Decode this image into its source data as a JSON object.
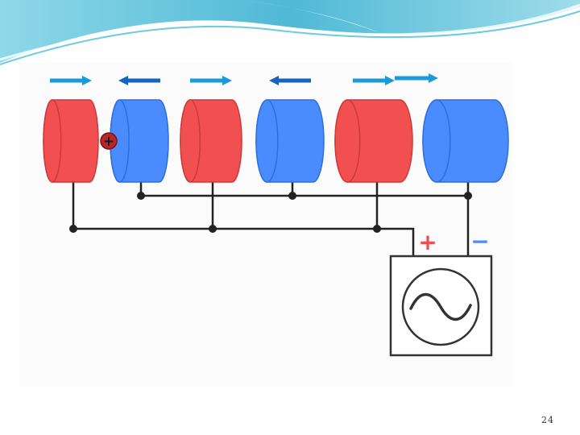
{
  "slide": {
    "page_number": "24"
  },
  "colors": {
    "positive": "#f25050",
    "negative": "#4a8cff",
    "arrow": "#1a9ad6",
    "wire": "#222222",
    "header_wave": "#5ec3d9"
  },
  "diagram": {
    "cylinders": [
      {
        "polarity": "positive",
        "arrow": "right"
      },
      {
        "polarity": "negative",
        "arrow": "left",
        "has_particle": true
      },
      {
        "polarity": "positive",
        "arrow": "right"
      },
      {
        "polarity": "negative",
        "arrow": "left"
      },
      {
        "polarity": "positive",
        "arrow": "right"
      },
      {
        "polarity": "negative",
        "arrow": "none"
      }
    ],
    "particle_sign": "+",
    "source": {
      "positive_terminal": "+",
      "negative_terminal": "−",
      "symbol": "ac-sine-icon"
    }
  }
}
